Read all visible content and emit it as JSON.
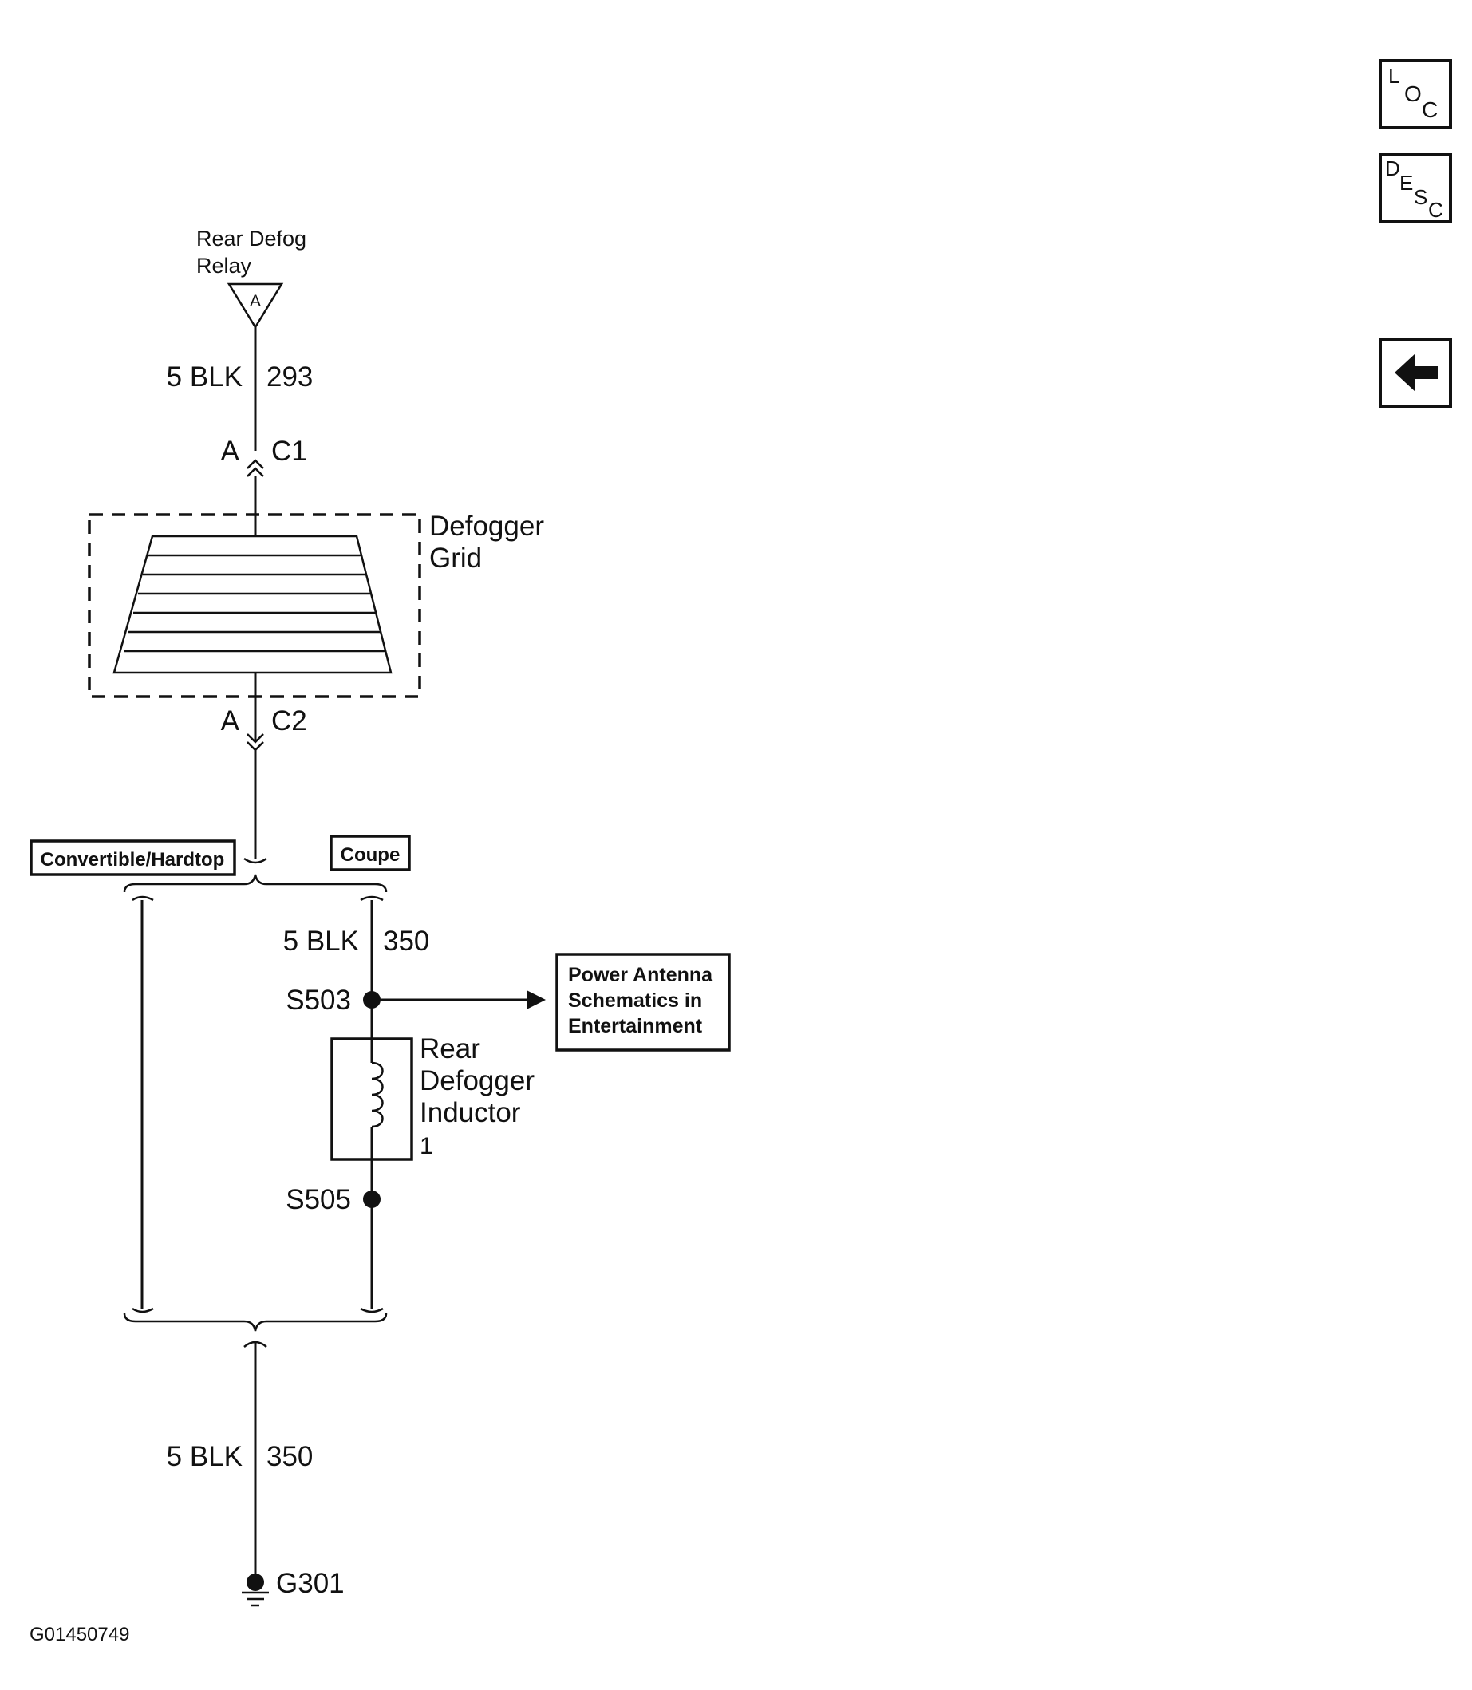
{
  "relay": {
    "line1": "Rear Defog",
    "line2": "Relay",
    "pin": "A"
  },
  "wire_top": {
    "gauge": "5 BLK",
    "circuit": "293"
  },
  "connector_c1": {
    "pin": "A",
    "name": "C1"
  },
  "defogger_grid": {
    "line1": "Defogger",
    "line2": "Grid"
  },
  "connector_c2": {
    "pin": "A",
    "name": "C2"
  },
  "option_convertible": "Convertible/Hardtop",
  "option_coupe": "Coupe",
  "wire_mid": {
    "gauge": "5 BLK",
    "circuit": "350"
  },
  "splice_s503": "S503",
  "power_antenna_ref": {
    "line1": "Power Antenna",
    "line2": "Schematics in",
    "line3": "Entertainment"
  },
  "inductor": {
    "line1": "Rear",
    "line2": "Defogger",
    "line3": "Inductor",
    "line4": "1"
  },
  "splice_s505": "S505",
  "wire_bottom": {
    "gauge": "5 BLK",
    "circuit": "350"
  },
  "ground": "G301",
  "figure_id": "G01450749",
  "nav": {
    "loc": {
      "c1": "L",
      "c2": "O",
      "c3": "C"
    },
    "desc": {
      "c1": "D",
      "c2": "E",
      "c3": "S",
      "c4": "C"
    }
  }
}
